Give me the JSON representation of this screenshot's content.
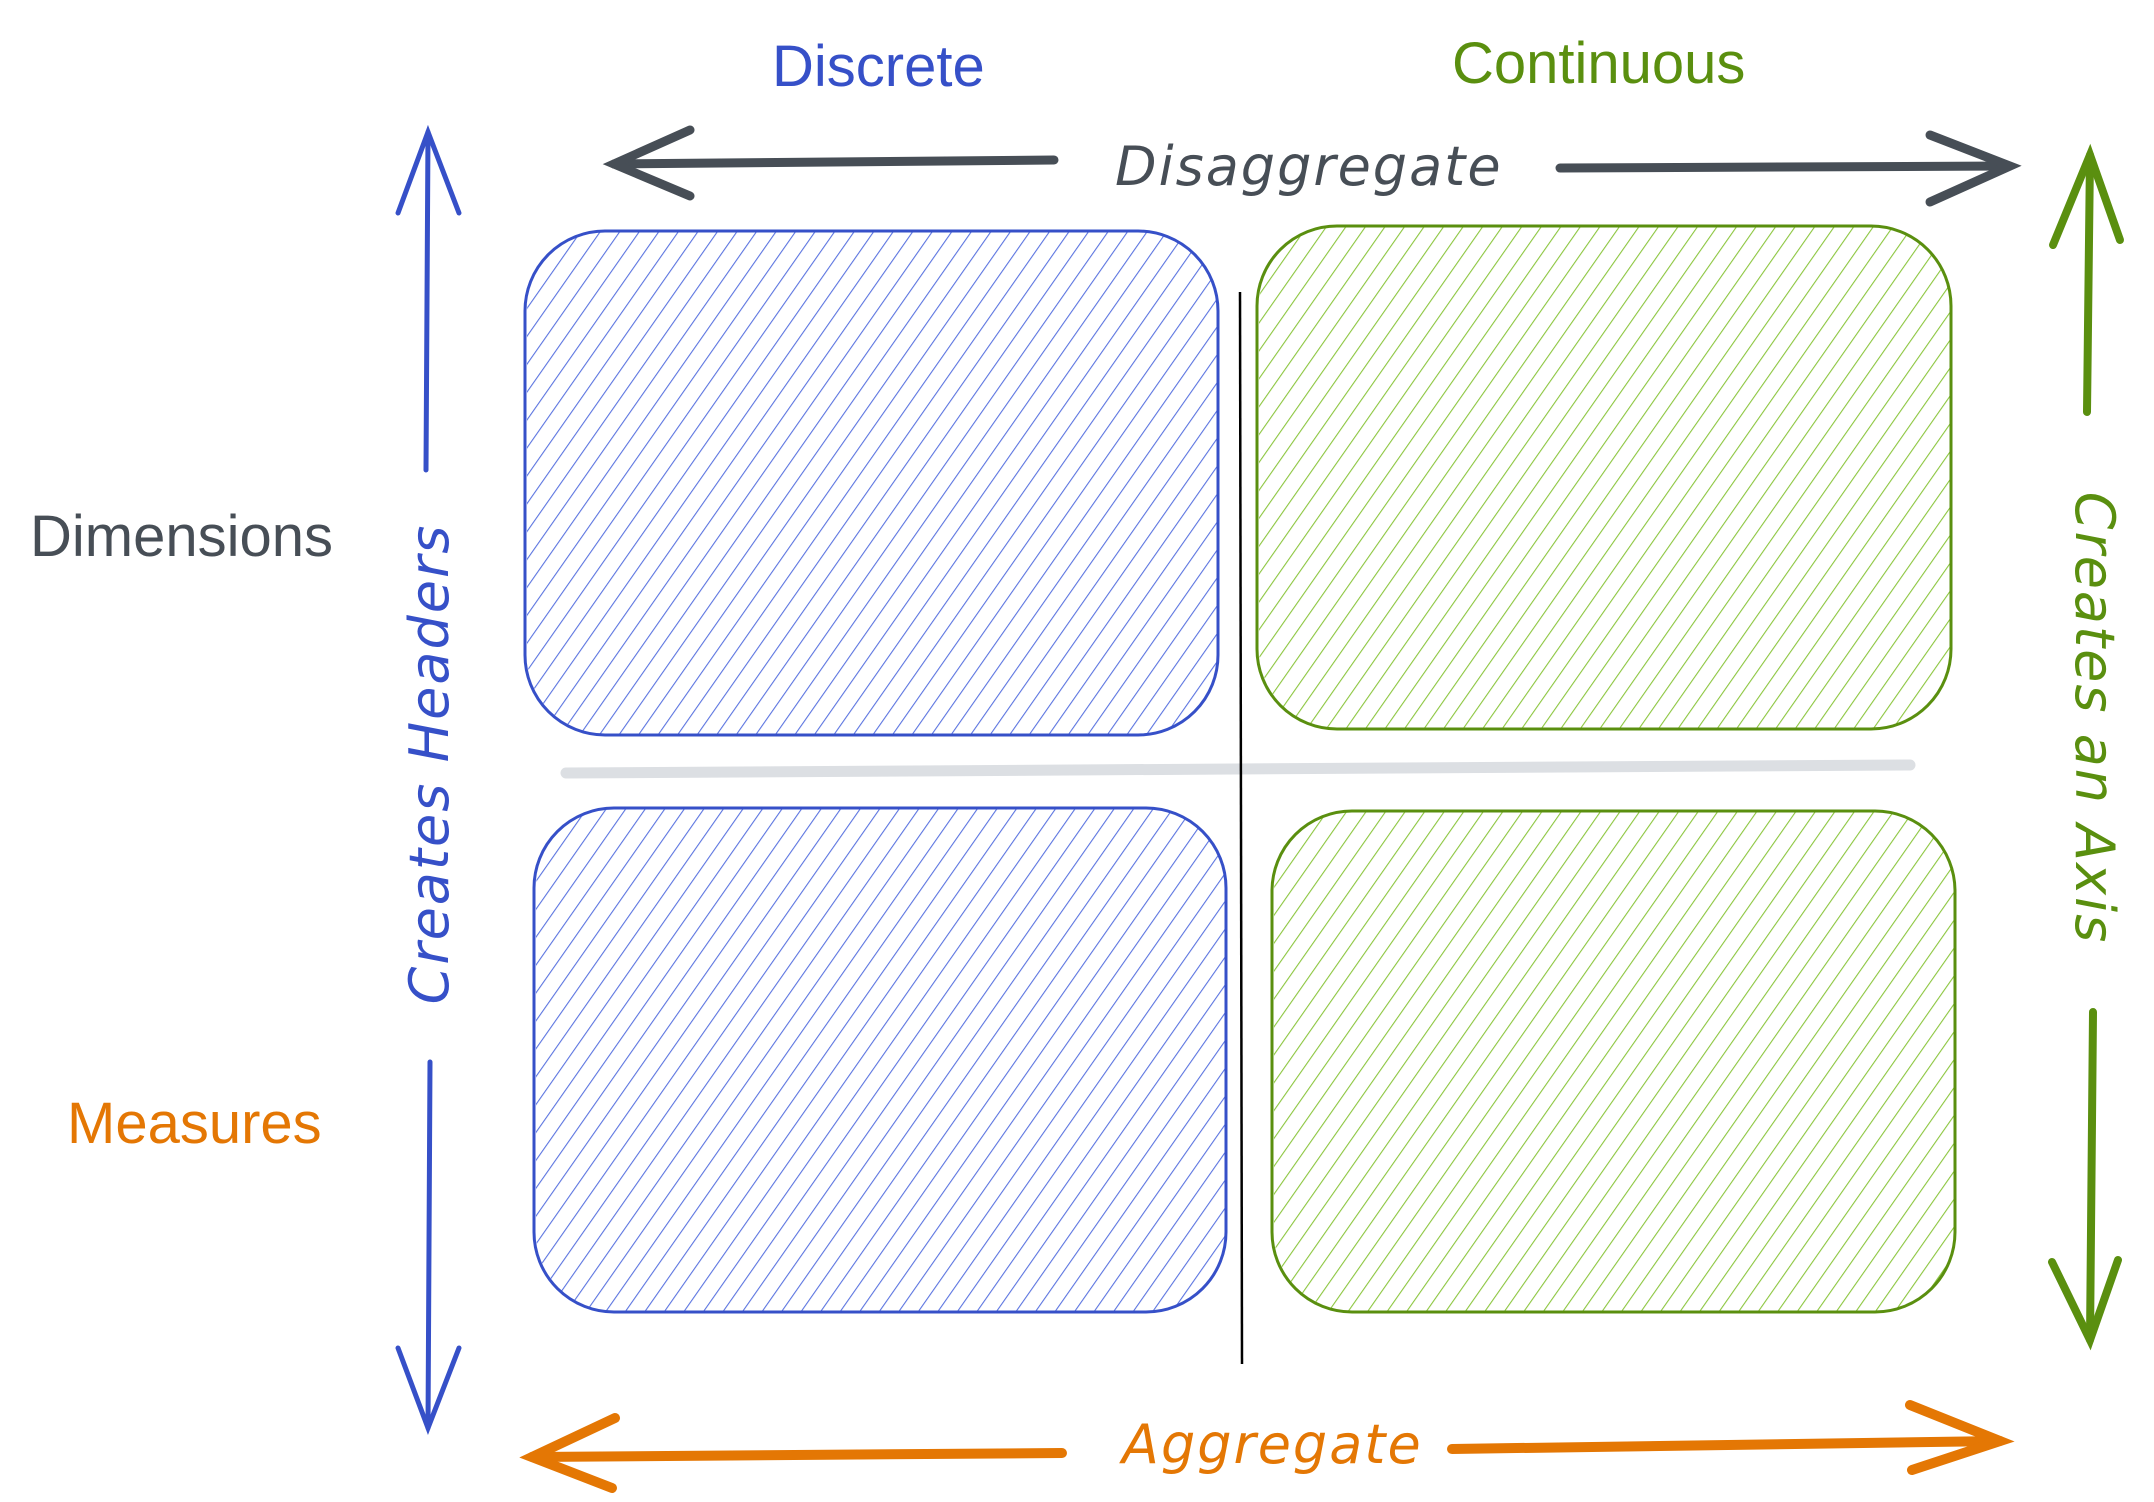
{
  "diagram": {
    "title": "Dimensions vs Measures / Discrete vs Continuous",
    "columns": [
      {
        "label": "Discrete",
        "color": "#3650c8"
      },
      {
        "label": "Continuous",
        "color": "#5a8f0f"
      }
    ],
    "rows": [
      {
        "label": "Dimensions",
        "color": "#474e56"
      },
      {
        "label": "Measures",
        "color": "#e47704"
      }
    ],
    "arrows": {
      "top": {
        "label": "Disaggregate",
        "color": "#474e56",
        "direction": "both"
      },
      "bottom": {
        "label": "Aggregate",
        "color": "#e47704",
        "direction": "both"
      },
      "left": {
        "label": "Creates Headers",
        "color": "#3650c8",
        "direction": "both"
      },
      "right": {
        "label": "Creates an Axis",
        "color": "#5a8f0f",
        "direction": "both"
      }
    },
    "quadrants": [
      {
        "name": "dimension-discrete",
        "row": "Dimensions",
        "column": "Discrete",
        "fill": "hatched",
        "color": "#3650c8",
        "hatch_color": "#5b74e0"
      },
      {
        "name": "dimension-continuous",
        "row": "Dimensions",
        "column": "Continuous",
        "fill": "hatched",
        "color": "#5a8f0f",
        "hatch_color": "#8cc63f"
      },
      {
        "name": "measure-discrete",
        "row": "Measures",
        "column": "Discrete",
        "fill": "hatched",
        "color": "#3650c8",
        "hatch_color": "#5b74e0"
      },
      {
        "name": "measure-continuous",
        "row": "Measures",
        "column": "Continuous",
        "fill": "hatched",
        "color": "#5a8f0f",
        "hatch_color": "#8cc63f"
      }
    ],
    "dividers": {
      "horizontal_color": "#dcdfe3",
      "vertical_color": "#000000"
    }
  }
}
